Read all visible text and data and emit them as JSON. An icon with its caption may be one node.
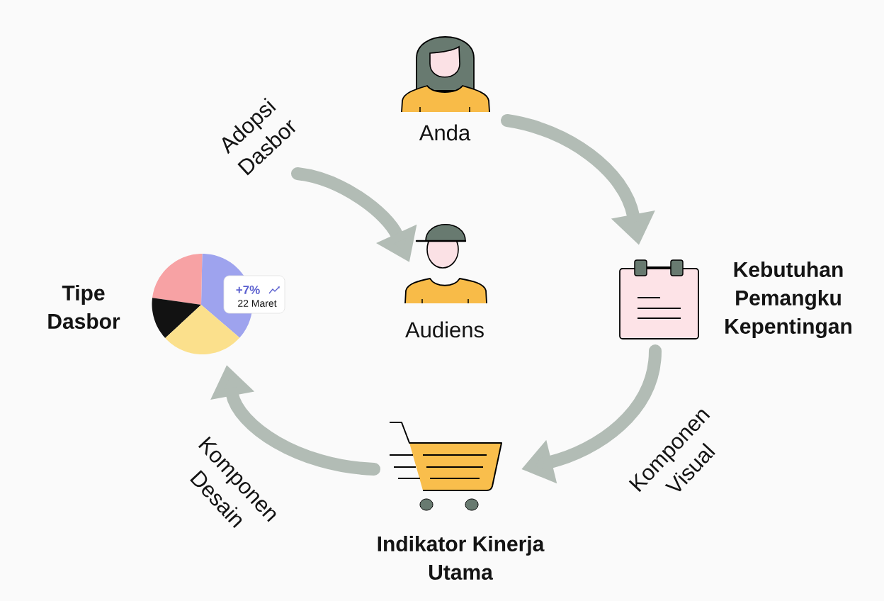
{
  "diagram": {
    "nodes": [
      {
        "text": [
          "Anda"
        ]
      },
      {
        "text": [
          "Kebutuhan Pemangku Kepentingan"
        ]
      },
      {
        "text": [
          "Indikator Kinerja Utama"
        ]
      },
      {
        "text": [
          "Tipe Dasbor"
        ]
      },
      {
        "text": [
          "Audiens"
        ]
      }
    ],
    "edges": [
      {
        "from": 0,
        "to": 1,
        "arrow": "to"
      },
      {
        "from": 1,
        "to": 2,
        "arrow": "to",
        "label": "Komponen Visual"
      },
      {
        "from": 2,
        "to": 3,
        "arrow": "to",
        "label": "Komponen Desain"
      },
      {
        "from": null,
        "to": 4,
        "arrow": "to",
        "label": "Adopsi Dasbor"
      }
    ],
    "labels": [
      "+7%",
      "22 Maret"
    ]
  }
}
